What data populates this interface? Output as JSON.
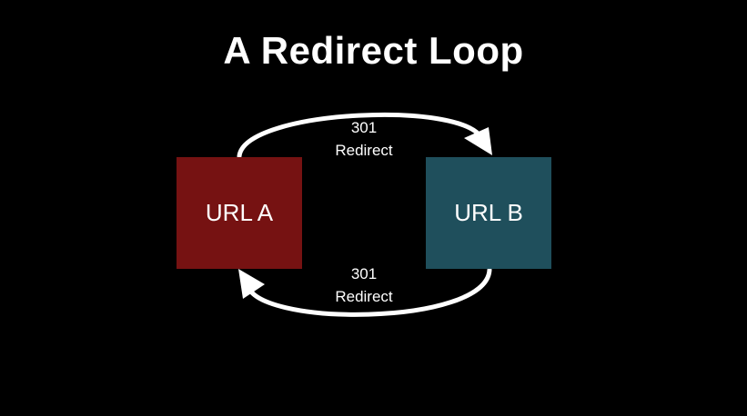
{
  "title": "A Redirect Loop",
  "nodes": {
    "a": {
      "label": "URL A",
      "color": "#761212"
    },
    "b": {
      "label": "URL B",
      "color": "#1f4f5c"
    }
  },
  "edges": {
    "top": {
      "code": "301",
      "text": "Redirect"
    },
    "bottom": {
      "code": "301",
      "text": "Redirect"
    }
  },
  "colors": {
    "background": "#000000",
    "arrow": "#ffffff",
    "text": "#ffffff"
  }
}
